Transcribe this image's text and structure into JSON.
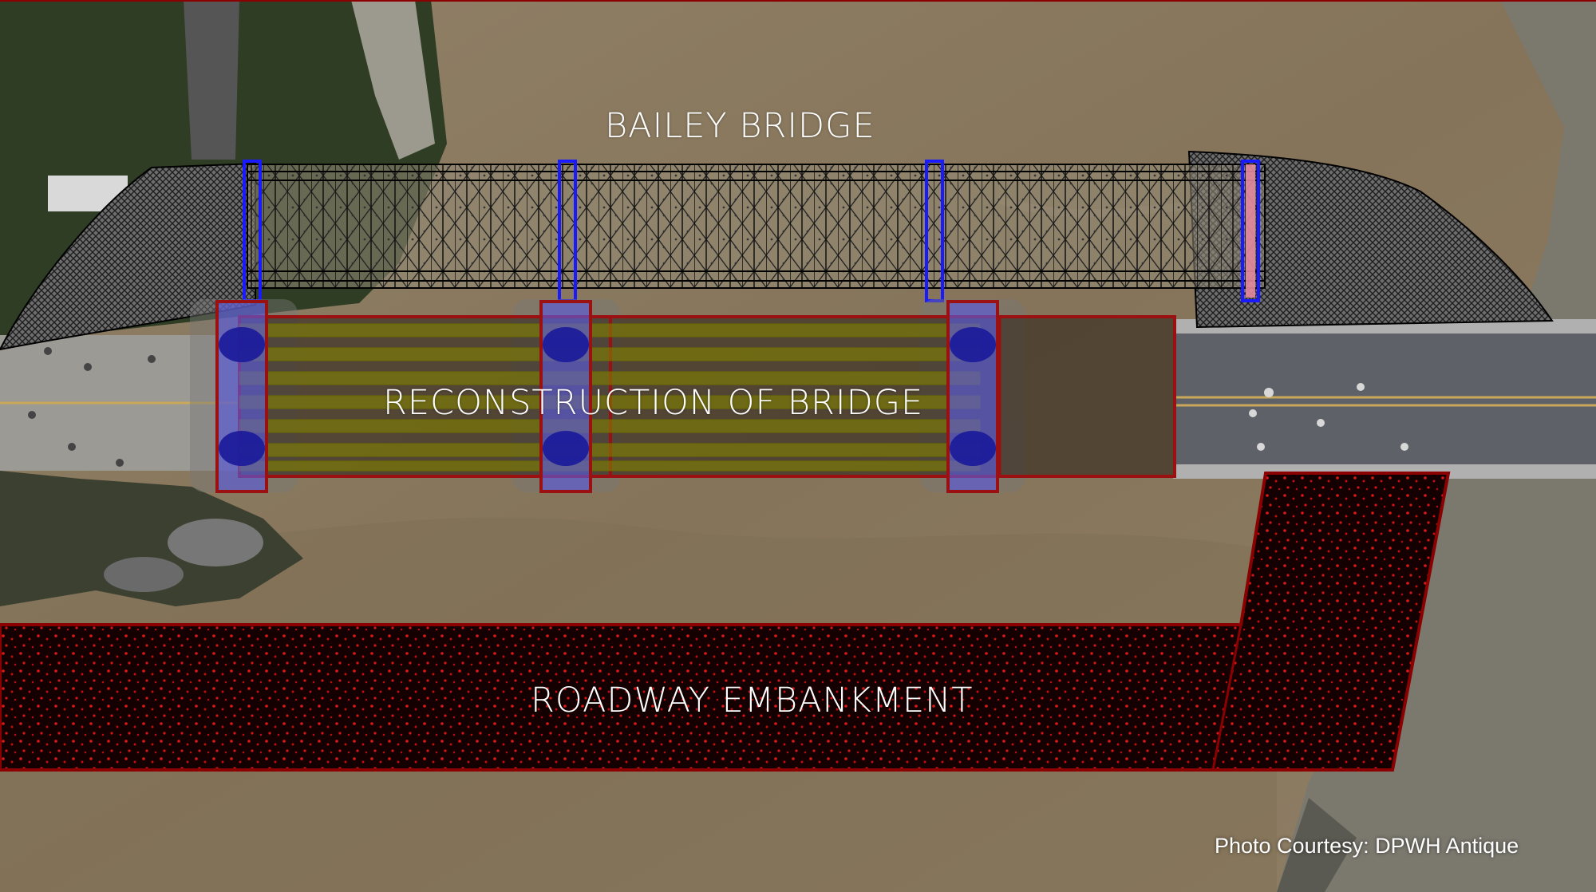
{
  "labels": {
    "bailey_bridge": "BAILEY BRIDGE",
    "reconstruction": "RECONSTRUCTION OF BRIDGE",
    "roadway_embankment": "ROADWAY EMBANKMENT",
    "photo_credit": "Photo Courtesy: DPWH Antique"
  },
  "colors": {
    "river": "#8a7a62",
    "embankment_outline": "#8b0000",
    "embankment_fill": "#1a0000",
    "reconstruction_outline": "#9b1010",
    "pier_fill": "#4a5ad8",
    "bailey_outline": "#1a1aff",
    "deck_stripe": "#7a7a00"
  }
}
